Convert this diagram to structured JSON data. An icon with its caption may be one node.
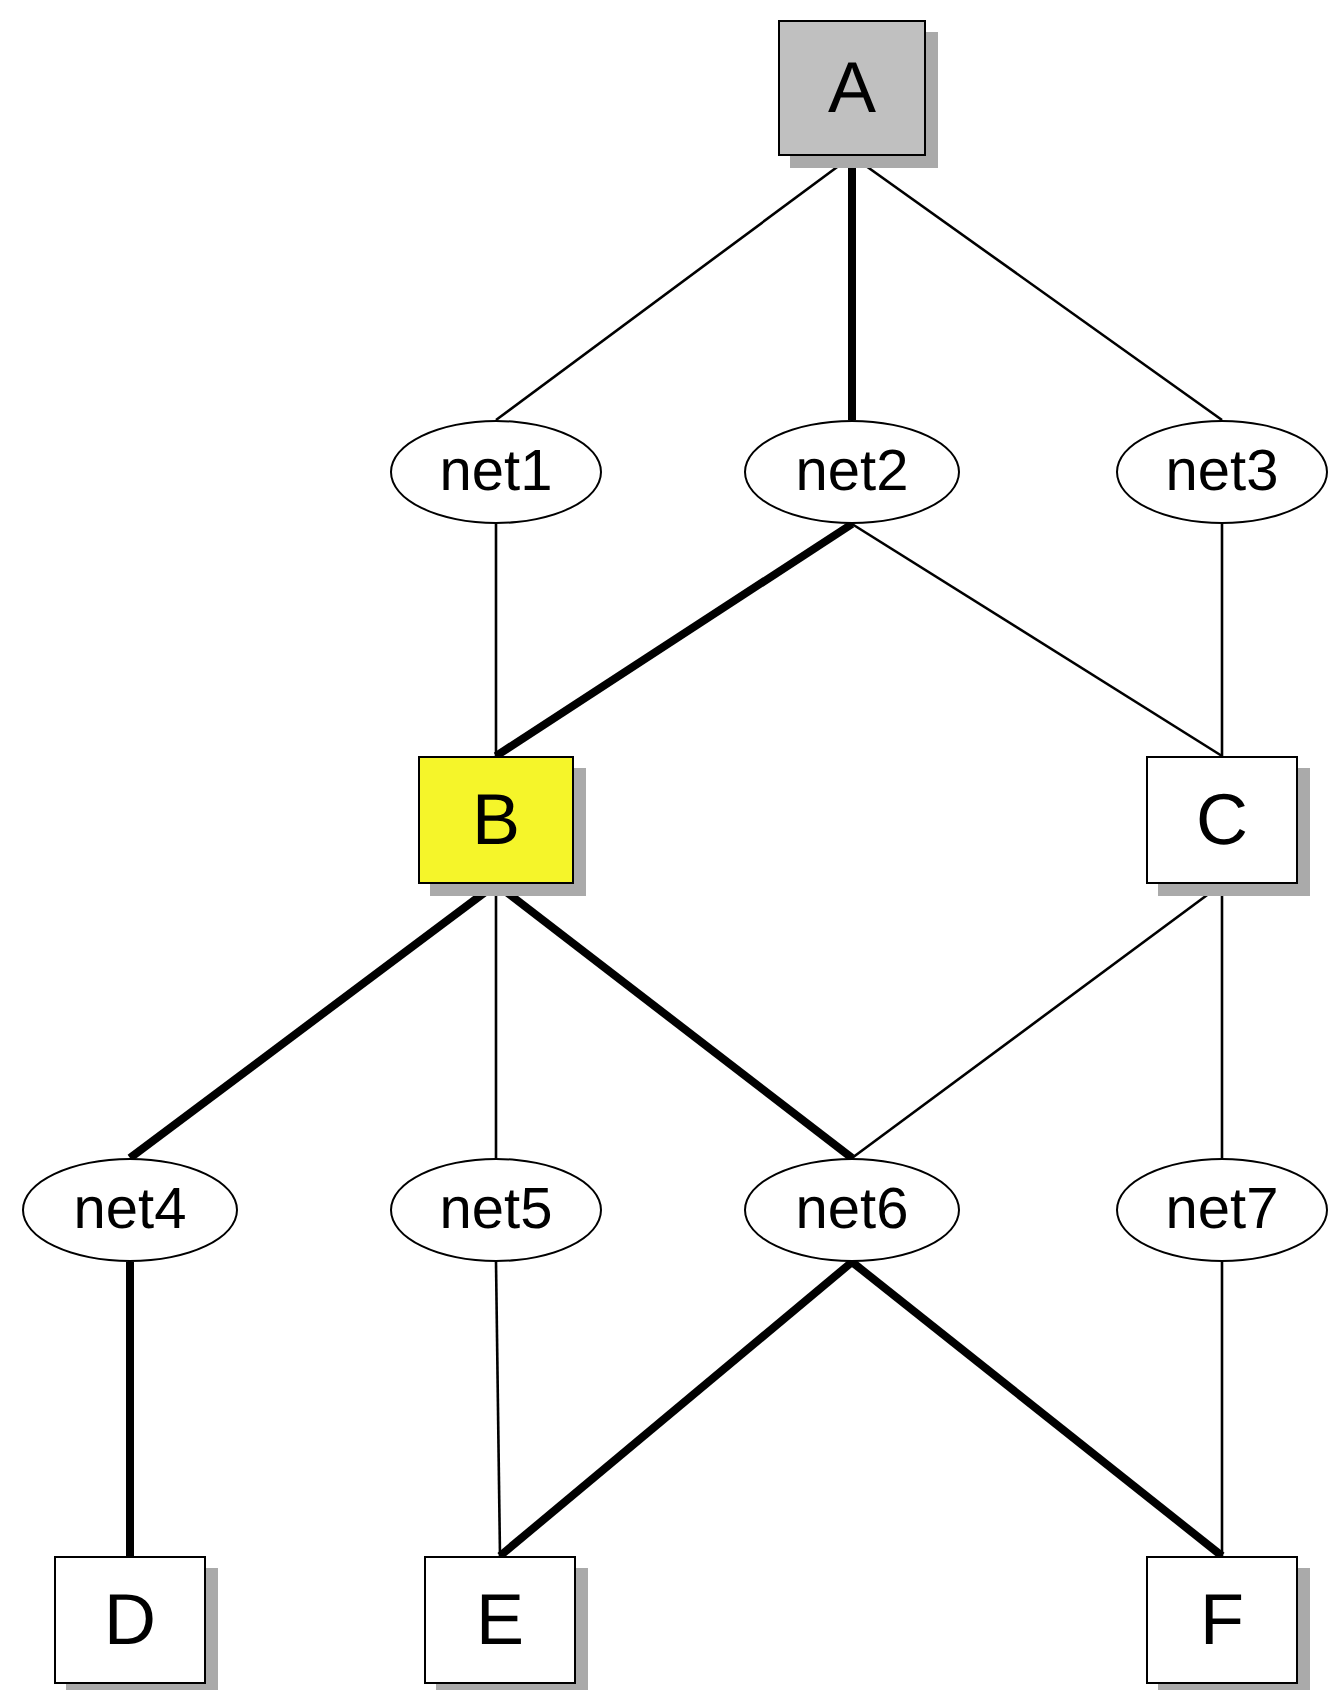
{
  "diagram": {
    "nodes": [
      {
        "text": [
          "A"
        ]
      },
      {
        "text": [
          "net1"
        ]
      },
      {
        "text": [
          "net2"
        ]
      },
      {
        "text": [
          "net3"
        ]
      },
      {
        "text": [
          "B"
        ]
      },
      {
        "text": [
          "C"
        ]
      },
      {
        "text": [
          "net4"
        ]
      },
      {
        "text": [
          "net5"
        ]
      },
      {
        "text": [
          "net6"
        ]
      },
      {
        "text": [
          "net7"
        ]
      },
      {
        "text": [
          "D"
        ]
      },
      {
        "text": [
          "E"
        ]
      },
      {
        "text": [
          "F"
        ]
      }
    ],
    "edges": [
      {
        "from": 0,
        "to": 1,
        "arrow": "none"
      },
      {
        "from": 0,
        "to": 2,
        "arrow": "none",
        "style": "thick"
      },
      {
        "from": 0,
        "to": 3,
        "arrow": "none"
      },
      {
        "from": 1,
        "to": 4,
        "arrow": "none"
      },
      {
        "from": 2,
        "to": 4,
        "arrow": "none",
        "style": "thick"
      },
      {
        "from": 2,
        "to": 5,
        "arrow": "none"
      },
      {
        "from": 3,
        "to": 5,
        "arrow": "none"
      },
      {
        "from": 4,
        "to": 6,
        "arrow": "none",
        "style": "thick"
      },
      {
        "from": 4,
        "to": 7,
        "arrow": "none"
      },
      {
        "from": 4,
        "to": 8,
        "arrow": "none",
        "style": "thick"
      },
      {
        "from": 5,
        "to": 8,
        "arrow": "none"
      },
      {
        "from": 5,
        "to": 9,
        "arrow": "none"
      },
      {
        "from": 6,
        "to": 10,
        "arrow": "none",
        "style": "thick"
      },
      {
        "from": 7,
        "to": 11,
        "arrow": "none"
      },
      {
        "from": 8,
        "to": 11,
        "arrow": "none",
        "style": "thick"
      },
      {
        "from": 8,
        "to": 12,
        "arrow": "none",
        "style": "thick"
      },
      {
        "from": 9,
        "to": 12,
        "arrow": "none"
      }
    ]
  }
}
